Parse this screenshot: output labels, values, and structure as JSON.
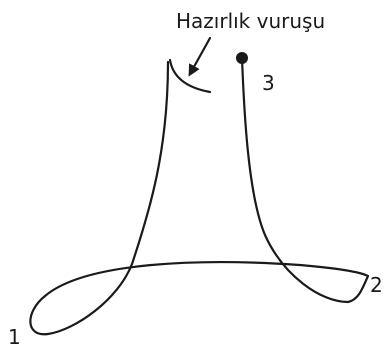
{
  "diagram": {
    "caption": "Hazırlık vuruşu",
    "points": [
      "1",
      "2",
      "3"
    ],
    "colors": {
      "ink": "#1a1a1a",
      "background": "#ffffff"
    }
  }
}
